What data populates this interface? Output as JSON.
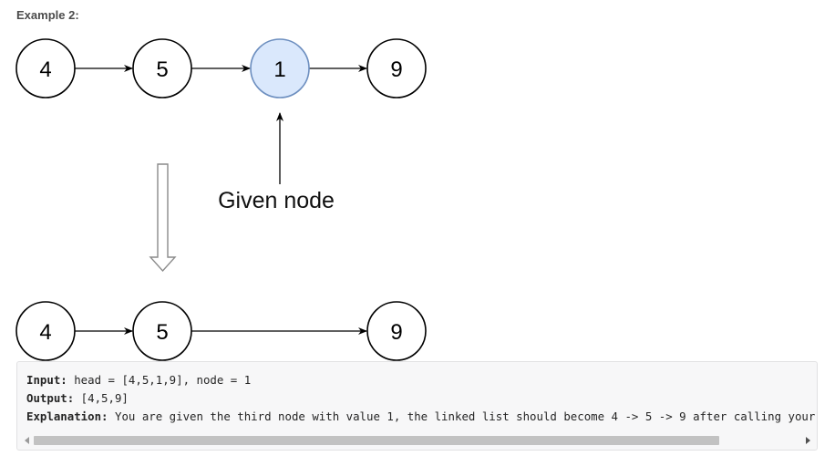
{
  "example": {
    "title": "Example 2:"
  },
  "diagram": {
    "before_nodes": [
      "4",
      "5",
      "1",
      "9"
    ],
    "after_nodes": [
      "4",
      "5",
      "9"
    ],
    "highlighted_node": "1",
    "caption": "Given node",
    "colors": {
      "highlight_fill": "#dae8fc",
      "highlight_stroke": "#6c8ebf",
      "down_arrow_fill": "#ffffff",
      "down_arrow_stroke": "#8a8a8a"
    }
  },
  "code": {
    "input_label": "Input:",
    "input_value": " head = [4,5,1,9], node = 1",
    "output_label": "Output:",
    "output_value": " [4,5,9]",
    "explanation_label": "Explanation:",
    "explanation_value": " You are given the third node with value 1, the linked list should become 4 -> 5 -> 9 after calling your function."
  },
  "scrollbar": {
    "left_icon": "scroll-left-arrow-icon",
    "right_icon": "scroll-right-arrow-icon"
  }
}
